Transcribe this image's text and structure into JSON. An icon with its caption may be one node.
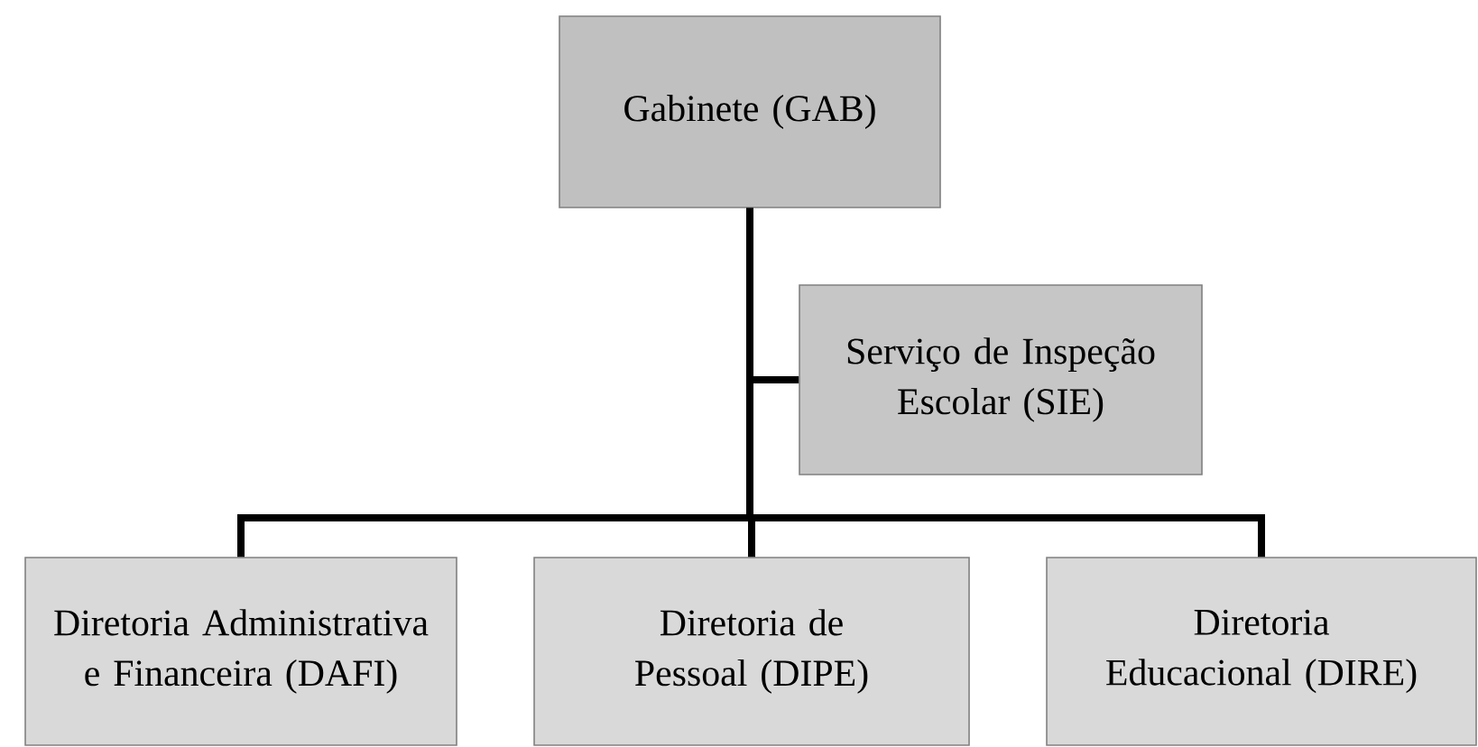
{
  "diagram": {
    "nodes": [
      {
        "text": [
          "Gabinete (GAB)"
        ]
      },
      {
        "text": [
          "Serviço de Inspeção Escolar (SIE)"
        ]
      },
      {
        "text": [
          "Diretoria Administrativa e Financeira (DAFI)"
        ]
      },
      {
        "text": [
          "Diretoria de Pessoal (DIPE)"
        ]
      },
      {
        "text": [
          "Diretoria Educacional (DIRE)"
        ]
      }
    ],
    "edges": [
      {
        "from": 0,
        "to": 1,
        "arrow": "none"
      },
      {
        "from": 0,
        "to": 2,
        "arrow": "none"
      },
      {
        "from": 0,
        "to": 3,
        "arrow": "none"
      },
      {
        "from": 0,
        "to": 4,
        "arrow": "none"
      }
    ]
  }
}
